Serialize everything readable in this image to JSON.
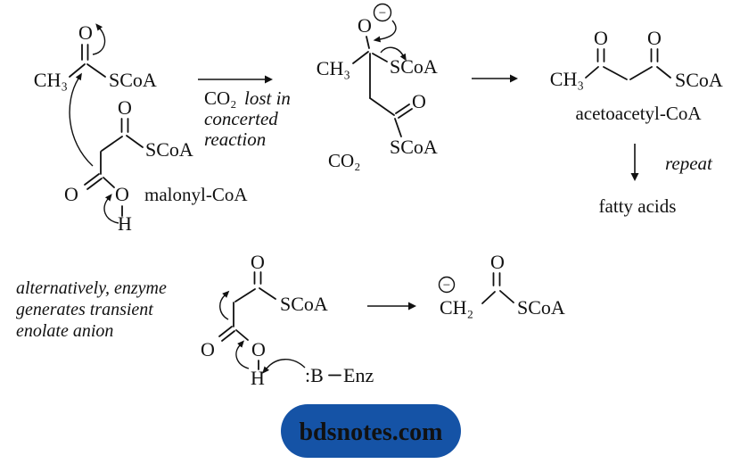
{
  "badge": {
    "label": "bdsnotes.com",
    "bg": "#1553a6",
    "fg": "#ffffff"
  },
  "step1": {
    "acetyl_coa": {
      "o": "O",
      "ch3": "CH₃",
      "scoa": "SCoA"
    },
    "malonyl_coa": {
      "o_top": "O",
      "scoa": "SCoA",
      "o_left": "O",
      "o_right": "O",
      "h": "H",
      "name": "malonyl-CoA"
    },
    "caption": {
      "co2": "CO₂",
      "line1": "lost in",
      "line2": "concerted",
      "line3": "reaction"
    }
  },
  "step2": {
    "intermediate": {
      "charge": "−",
      "o": "O",
      "ch3": "CH₃",
      "scoa_top": "SCoA",
      "o_right": "O",
      "scoa_bottom": "SCoA",
      "co2": "CO₂"
    }
  },
  "step3": {
    "acetoacetyl_coa": {
      "o_left": "O",
      "o_right": "O",
      "ch3": "CH₃",
      "scoa": "SCoA",
      "name": "acetoacetyl-CoA"
    },
    "repeat": "repeat",
    "product": "fatty acids"
  },
  "alt": {
    "note1": "alternatively, enzyme",
    "note2": "generates transient",
    "note3": "enolate anion",
    "malonyl_coa": {
      "o_top": "O",
      "scoa": "SCoA",
      "o_left": "O",
      "o_right": "O",
      "h": "H"
    },
    "base": {
      "b": ":B",
      "enz": "Enz"
    },
    "enolate": {
      "charge": "−",
      "ch2": "CH₂",
      "o": "O",
      "scoa": "SCoA"
    }
  }
}
